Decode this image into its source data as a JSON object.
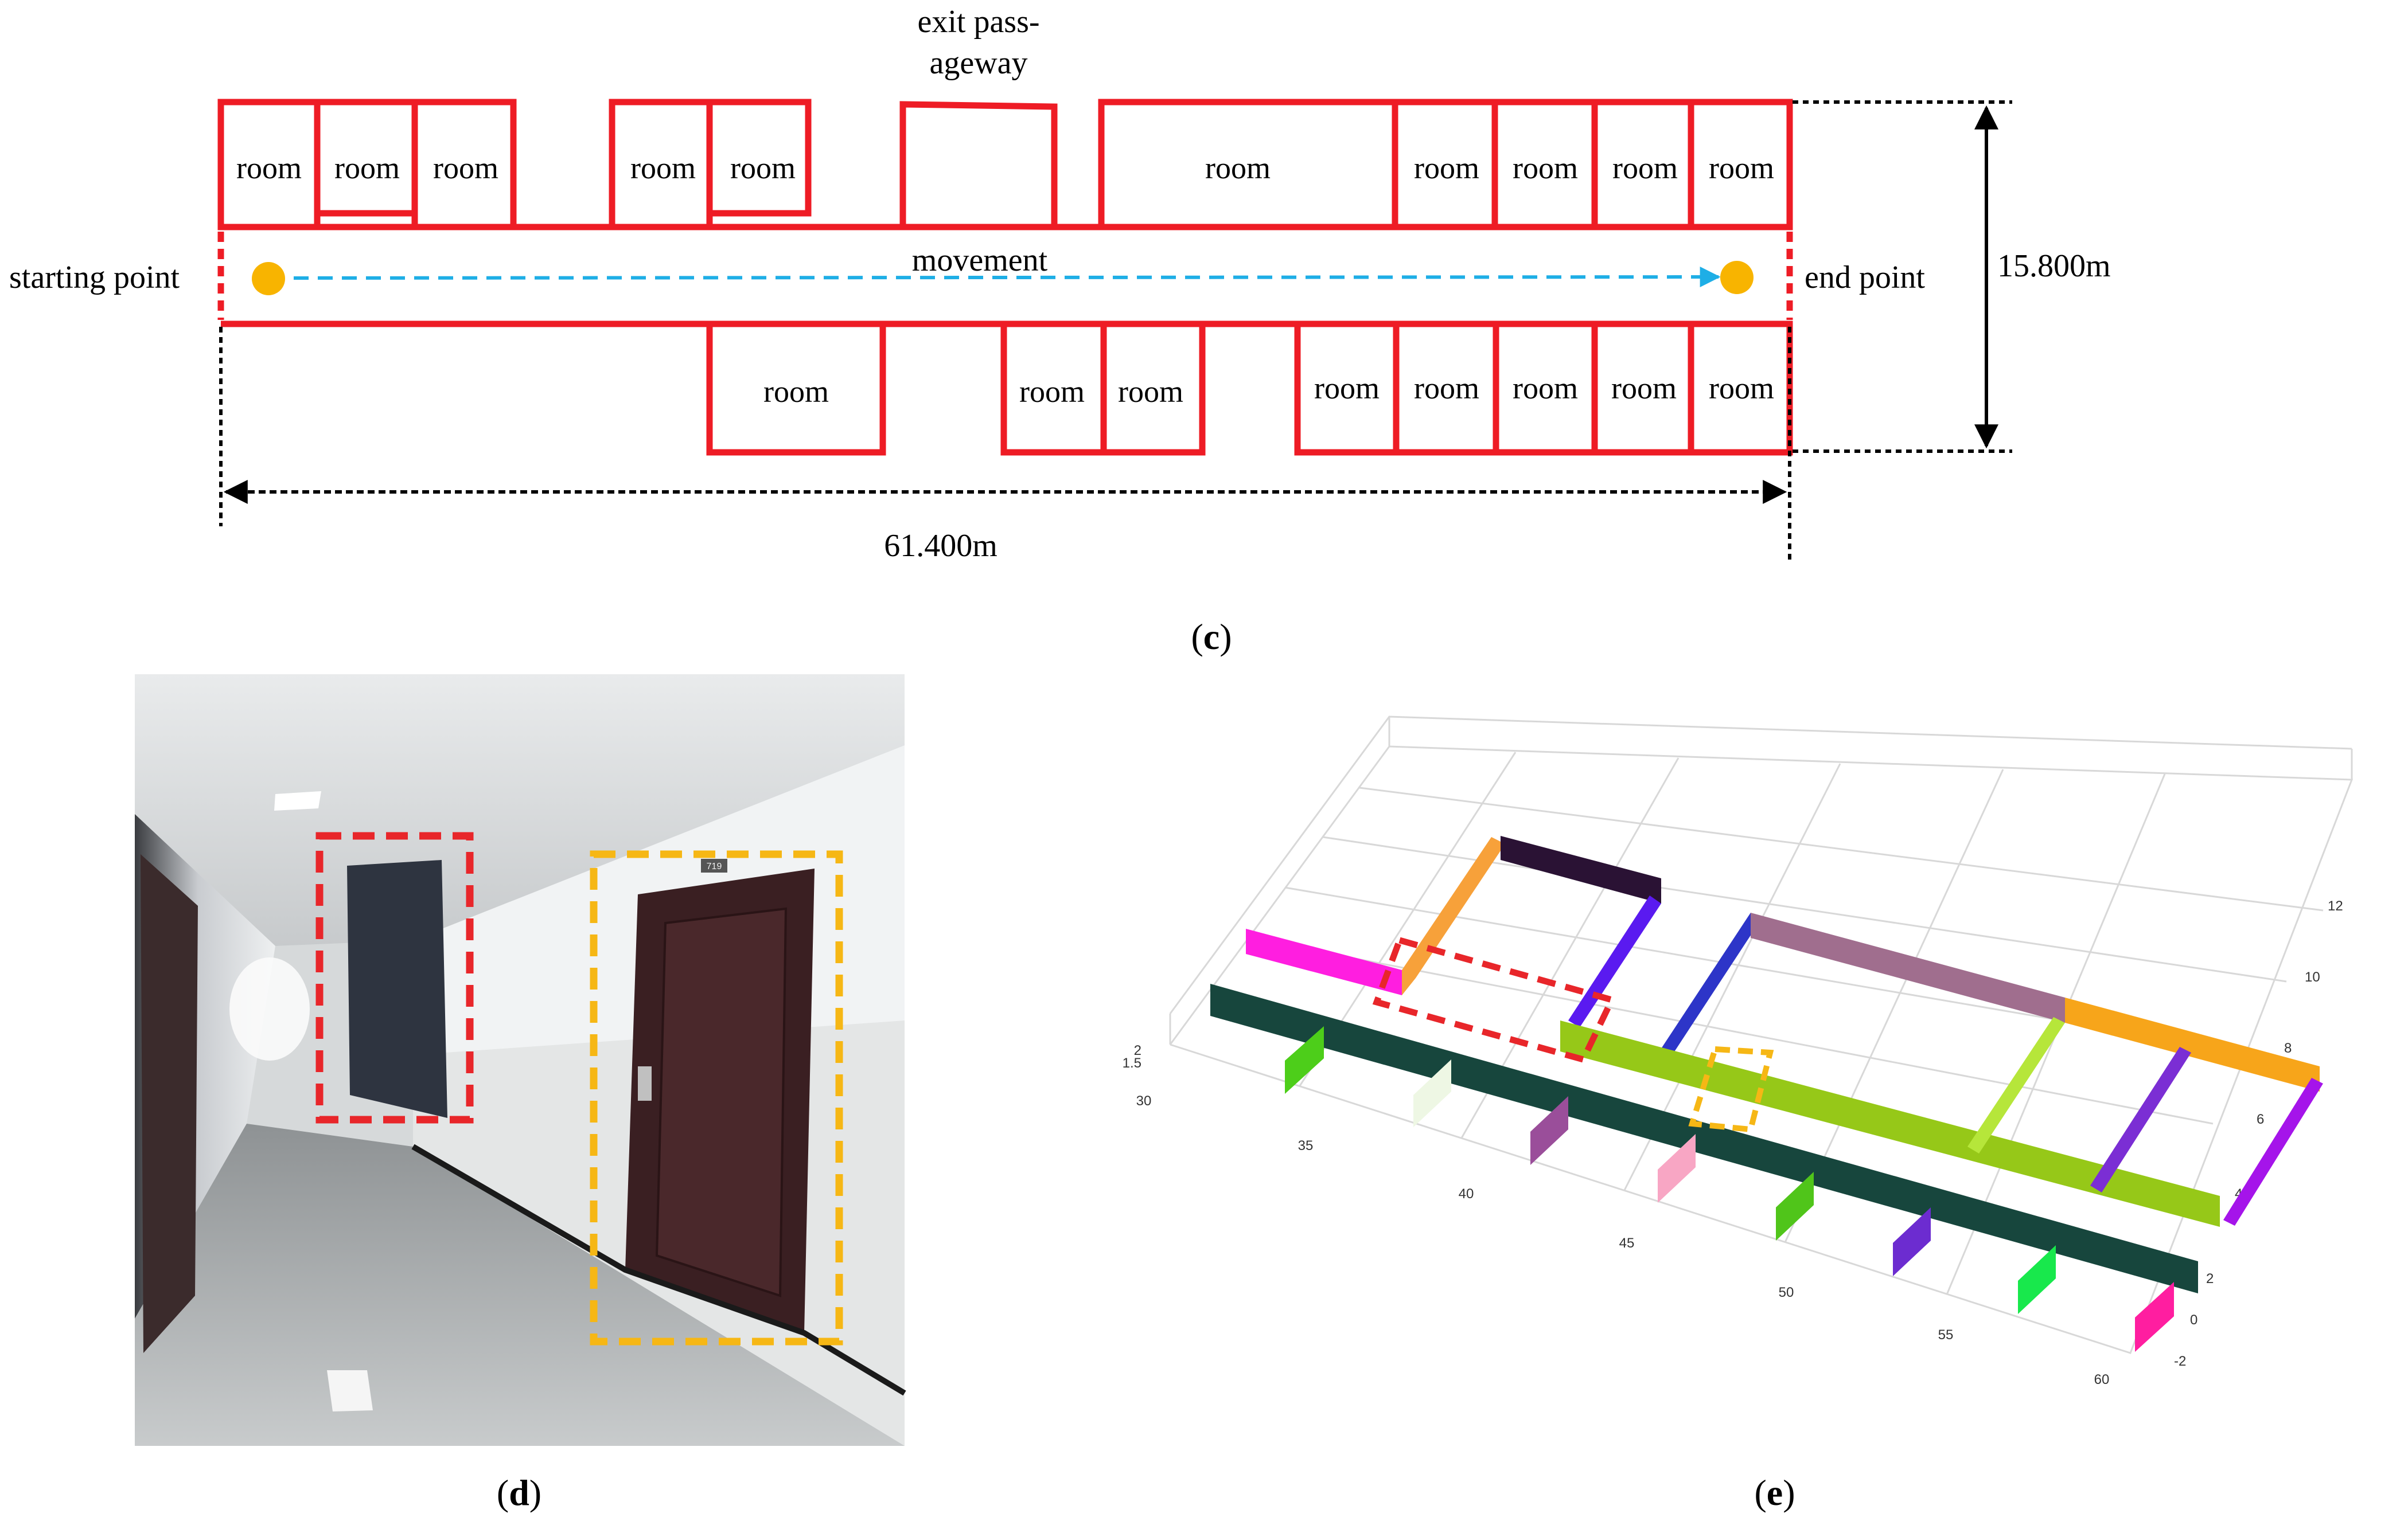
{
  "panel_c": {
    "room_label": "room",
    "exit_label_line1": "exit pass-",
    "exit_label_line2": "ageway",
    "movement_label": "movement",
    "start_label": "starting point",
    "end_label": "end point",
    "height_dim": "15.800m",
    "width_dim": "61.400m",
    "caption": [
      "(",
      "c",
      ")"
    ]
  },
  "panel_d": {
    "caption": [
      "(",
      "d",
      ")"
    ],
    "door_number": "719"
  },
  "panel_e": {
    "caption": [
      "(",
      "e",
      ")"
    ],
    "x_ticks": [
      "30",
      "35",
      "40",
      "45",
      "50",
      "55",
      "60"
    ],
    "y_ticks": [
      "-2",
      "0",
      "2",
      "4",
      "6",
      "8",
      "10",
      "12"
    ],
    "z_ticks": [
      "1.5",
      "2"
    ]
  },
  "colors": {
    "wall": "#ee1c25",
    "path": "#1eaee6",
    "point": "#f8b400",
    "highlight_red": "#e8262a",
    "highlight_yellow": "#f6b715"
  }
}
